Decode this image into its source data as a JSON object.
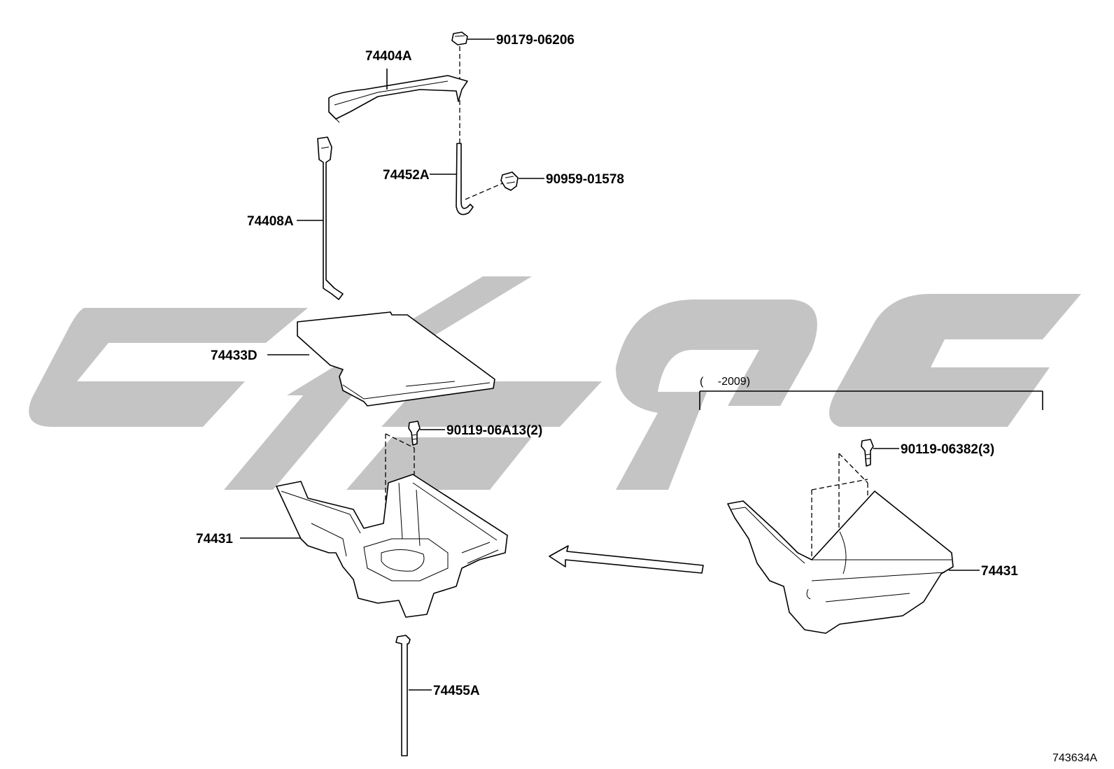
{
  "callouts": {
    "p90179": "90179-06206",
    "p74404A": "74404A",
    "p74452A": "74452A",
    "p90959": "90959-01578",
    "p74408A": "74408A",
    "p74433D": "74433D",
    "p90119_06A13": "90119-06A13(2)",
    "p74431_main": "74431",
    "p74455A": "74455A",
    "p90119_06382": "90119-06382(3)",
    "p74431_alt": "74431"
  },
  "variant_bracket": {
    "label": "(　 -2009)"
  },
  "figure_id": "743634A",
  "watermark_color": "#c4c4c4"
}
